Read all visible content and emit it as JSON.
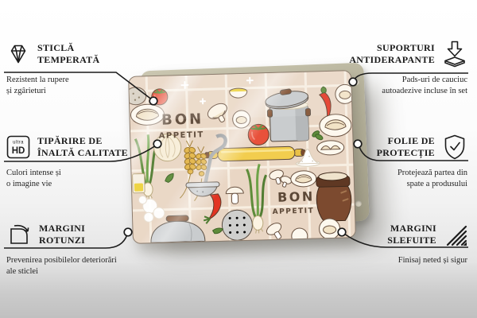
{
  "product": {
    "label_line1": "BON",
    "label_line2": "appetit"
  },
  "callouts": [
    {
      "id": "tempered-glass",
      "icon": "diamond-icon",
      "title_line1": "STICLĂ",
      "title_line2": "TEMPERATĂ",
      "subtitle_line1": "Rezistent la rupere",
      "subtitle_line2": "și zgârieturi"
    },
    {
      "id": "hd-printing",
      "icon": "ultra-hd-icon",
      "icon_text_top": "ultra",
      "icon_text_main": "HD",
      "title_line1": "TIPĂRIRE DE",
      "title_line2": "ÎNALTĂ CALITATE",
      "subtitle_line1": "Culori intense și",
      "subtitle_line2": "o imagine vie"
    },
    {
      "id": "rounded-edges",
      "icon": "rounded-corner-icon",
      "title_line1": "MARGINI",
      "title_line2": "ROTUNZI",
      "subtitle_line1": "Prevenirea posibilelor deteriorări",
      "subtitle_line2": "ale sticlei"
    },
    {
      "id": "anti-slip-supports",
      "icon": "anti-slip-pads-icon",
      "title_line1": "SUPORTURI",
      "title_line2": "ANTIDERAPANTE",
      "subtitle_line1": "Pads-uri de cauciuc",
      "subtitle_line2": "autoadezive incluse în set"
    },
    {
      "id": "protective-film",
      "icon": "shield-check-icon",
      "title_line1": "FOLIE DE",
      "title_line2": "PROTECȚIE",
      "subtitle_line1": "Protejează partea din",
      "subtitle_line2": "spate a produsului"
    },
    {
      "id": "polished-edges",
      "icon": "polished-edge-icon",
      "title_line1": "MARGINI",
      "title_line2": "SLEFUITE",
      "subtitle_line1": "Finisaj neted și sigur",
      "subtitle_line2": ""
    }
  ],
  "colors": {
    "callout_line": "#1b1b1b",
    "backing_board": "#bcb8a1",
    "glass_background": "#e9d6c4",
    "tile_line": "#f7eee1",
    "board_text_brown": "#5c4837",
    "tomato_red": "#e8513b",
    "chili_red": "#e23522",
    "rolling_pin_yellow": "#f2cd4e",
    "pot_gray": "#c9ccce",
    "jug_brown": "#7c4a2f",
    "greens": "#5e8c3a"
  }
}
